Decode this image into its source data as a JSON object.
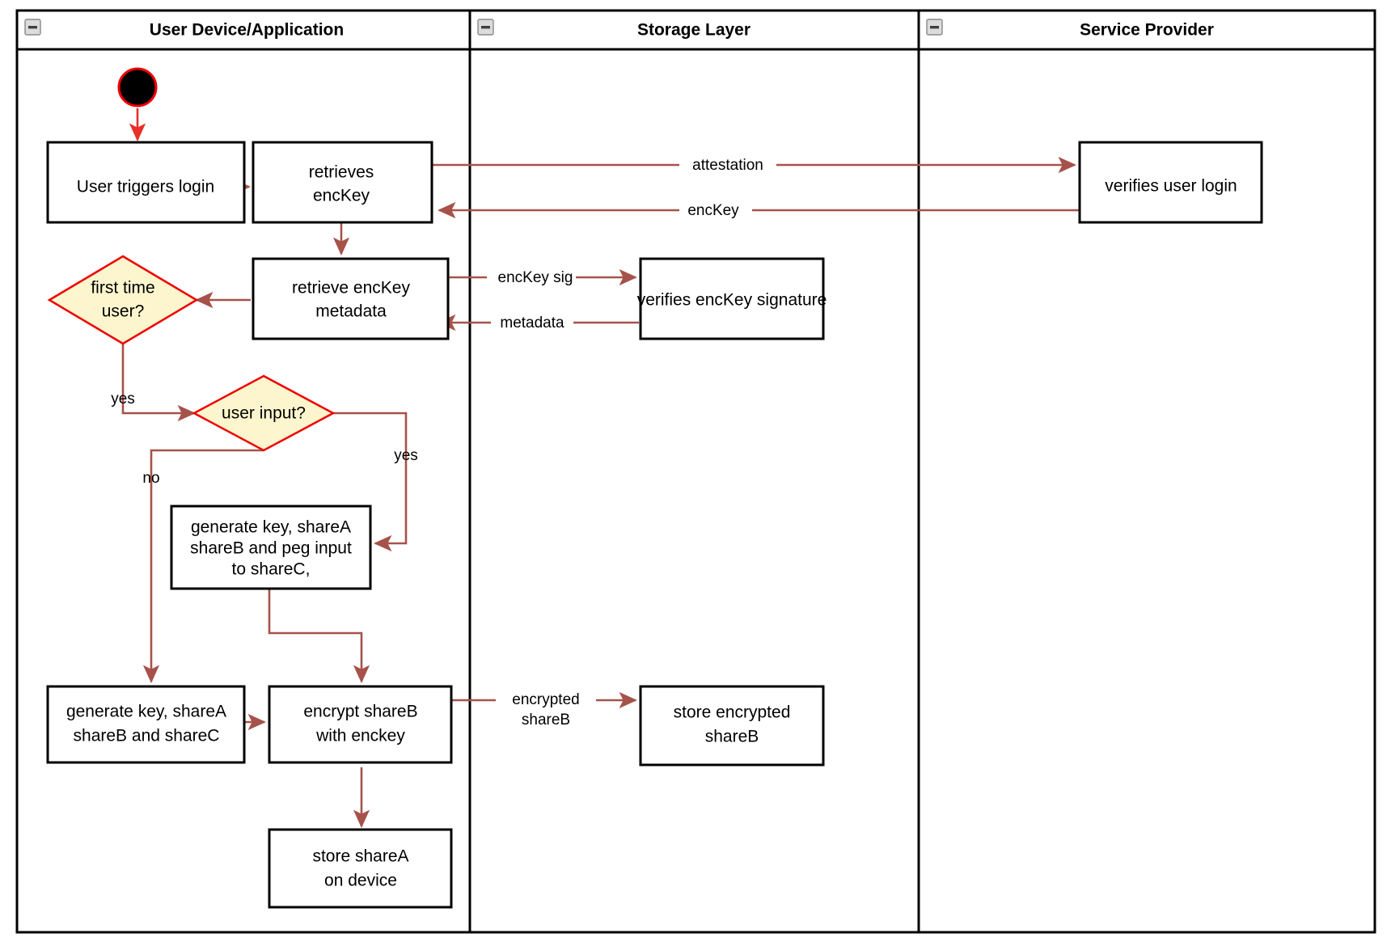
{
  "diagram": {
    "type": "uml-activity-swimlane",
    "lanes": [
      {
        "id": "user-device",
        "title": "User Device/Application",
        "collapse_icon": "collapse-minus-icon"
      },
      {
        "id": "storage-layer",
        "title": "Storage Layer",
        "collapse_icon": "collapse-minus-icon"
      },
      {
        "id": "service-provider",
        "title": "Service Provider",
        "collapse_icon": "collapse-minus-icon"
      }
    ],
    "colors": {
      "flow_arrow": "#a6524a",
      "start_arrow": "#e8302a",
      "decision_fill": "#fcf5cd",
      "decision_stroke": "#ee0000",
      "box_stroke": "#000000",
      "box_fill": "#ffffff",
      "lane_stroke": "#000000"
    },
    "nodes": {
      "start": {
        "kind": "initial-node",
        "label": ""
      },
      "user_triggers_login": {
        "kind": "activity",
        "lines": [
          "User triggers login"
        ]
      },
      "retrieves_enckey": {
        "kind": "activity",
        "lines": [
          "retrieves",
          "encKey"
        ]
      },
      "verifies_user_login": {
        "kind": "activity",
        "lines": [
          "verifies user login"
        ]
      },
      "retrieve_enckey_metadata": {
        "kind": "activity",
        "lines": [
          "retrieve encKey",
          "metadata"
        ]
      },
      "verifies_enckey_signature": {
        "kind": "activity",
        "lines": [
          "verifies encKey signature"
        ]
      },
      "first_time_user": {
        "kind": "decision",
        "lines": [
          "first time",
          "user?"
        ]
      },
      "user_input": {
        "kind": "decision",
        "lines": [
          "user input?"
        ]
      },
      "generate_peg": {
        "kind": "activity",
        "lines": [
          "generate key, shareA",
          "shareB and peg input",
          "to shareC,"
        ]
      },
      "generate_abc": {
        "kind": "activity",
        "lines": [
          "generate key, shareA",
          "shareB and shareC"
        ]
      },
      "encrypt_shareb": {
        "kind": "activity",
        "lines": [
          "encrypt shareB",
          "with enckey"
        ]
      },
      "store_encrypted_shareb": {
        "kind": "activity",
        "lines": [
          "store encrypted",
          "shareB"
        ]
      },
      "store_sharea": {
        "kind": "activity",
        "lines": [
          "store shareA",
          "on device"
        ]
      }
    },
    "edge_labels": {
      "attestation": "attestation",
      "enckey": "encKey",
      "enckey_sig": "encKey sig",
      "metadata": "metadata",
      "encrypted_shareb_l1": "encrypted",
      "encrypted_shareb_l2": "shareB",
      "yes_first_time": "yes",
      "yes_user_input": "yes",
      "no_user_input": "no"
    }
  }
}
